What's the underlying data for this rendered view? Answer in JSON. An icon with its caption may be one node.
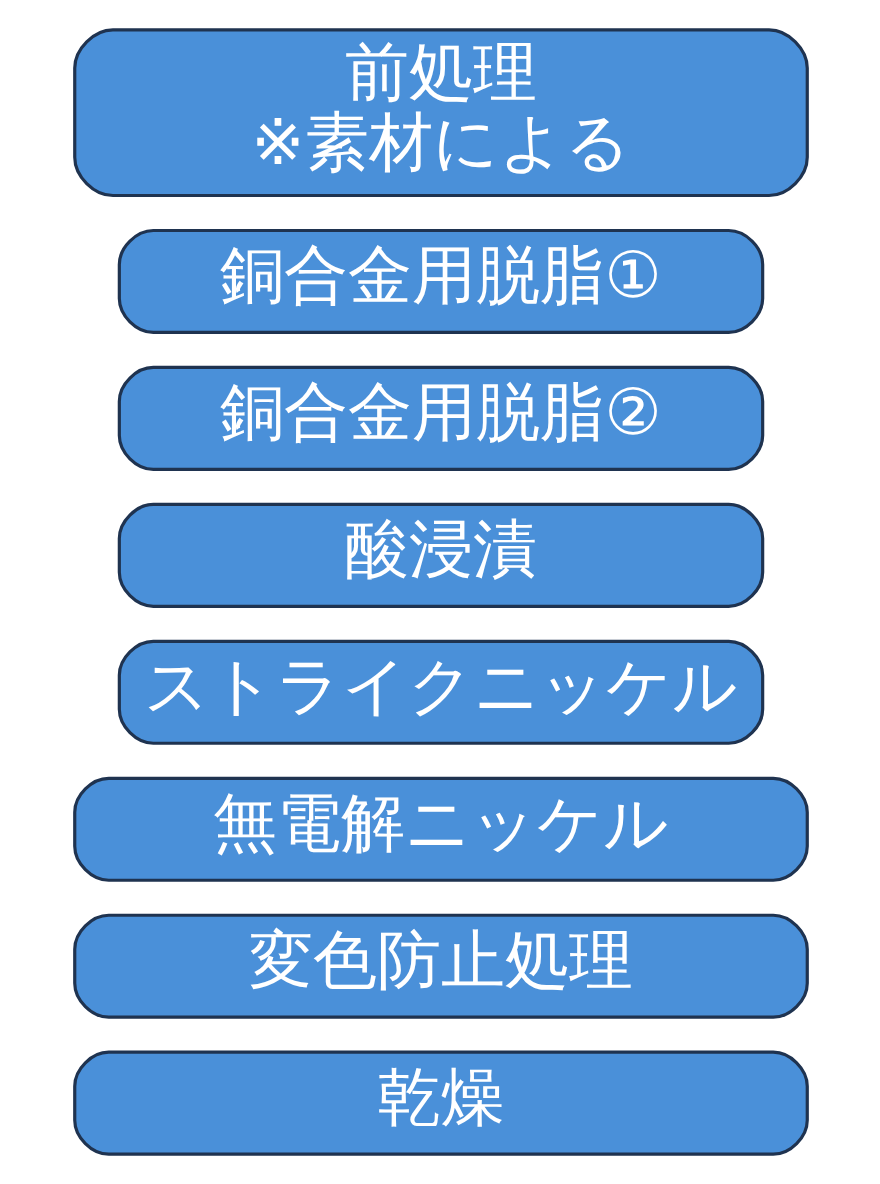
{
  "diagram": {
    "nodes": [
      {
        "text": [
          "前処理",
          "※素材による"
        ]
      },
      {
        "text": [
          "銅合金用脱脂①"
        ]
      },
      {
        "text": [
          "銅合金用脱脂②"
        ]
      },
      {
        "text": [
          "酸浸漬"
        ]
      },
      {
        "text": [
          "ストライクニッケル"
        ]
      },
      {
        "text": [
          "無電解ニッケル"
        ]
      },
      {
        "text": [
          "変色防止処理"
        ]
      },
      {
        "text": [
          "乾燥"
        ]
      }
    ],
    "edges": []
  }
}
